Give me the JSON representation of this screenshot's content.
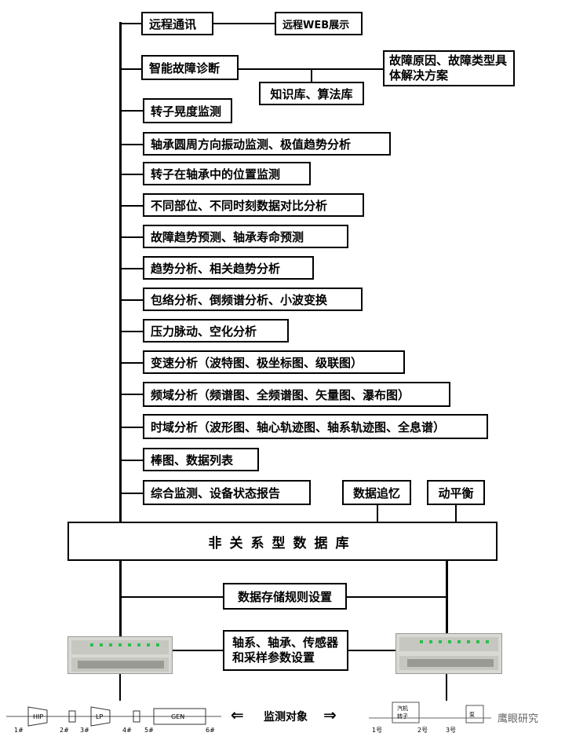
{
  "items": [
    "远程通讯",
    "智能故障诊断",
    "转子晃度监测",
    "轴承圆周方向振动监测、极值趋势分析",
    "转子在轴承中的位置监测",
    "不同部位、不同时刻数据对比分析",
    "故障趋势预测、轴承寿命预测",
    "趋势分析、相关趋势分析",
    "包络分析、倒频谱分析、小波变换",
    "压力脉动、空化分析",
    "变速分析（波特图、极坐标图、级联图）",
    "频域分析（频谱图、全频谱图、矢量图、瀑布图）",
    "时域分析（波形图、轴心轨迹图、轴系轨迹图、全息谱）",
    "棒图、数据列表",
    "综合监测、设备状态报告"
  ],
  "remote_web": "远程WEB展示",
  "fault_cause": "故障原因、故障类型具体解决方案",
  "knowledge": "知识库、算法库",
  "data_recall": "数据追忆",
  "dynamic_balance": "动平衡",
  "database": "非关系型数据库",
  "storage_rules": "数据存储规则设置",
  "sensor_setup": "轴系、轴承、传感器和采样参数设置",
  "monitor_target": "监测对象",
  "turbine_left": {
    "hip": "HIP",
    "lp": "LP",
    "gen": "GEN",
    "bearings": [
      "1#",
      "2#",
      "3#",
      "4#",
      "5#",
      "6#"
    ]
  },
  "turbine_right": {
    "label1": "汽机",
    "label2": "转子",
    "bearings": [
      "1号",
      "2号",
      "3号"
    ],
    "extra": "泵"
  },
  "watermark": "鹰眼研究"
}
